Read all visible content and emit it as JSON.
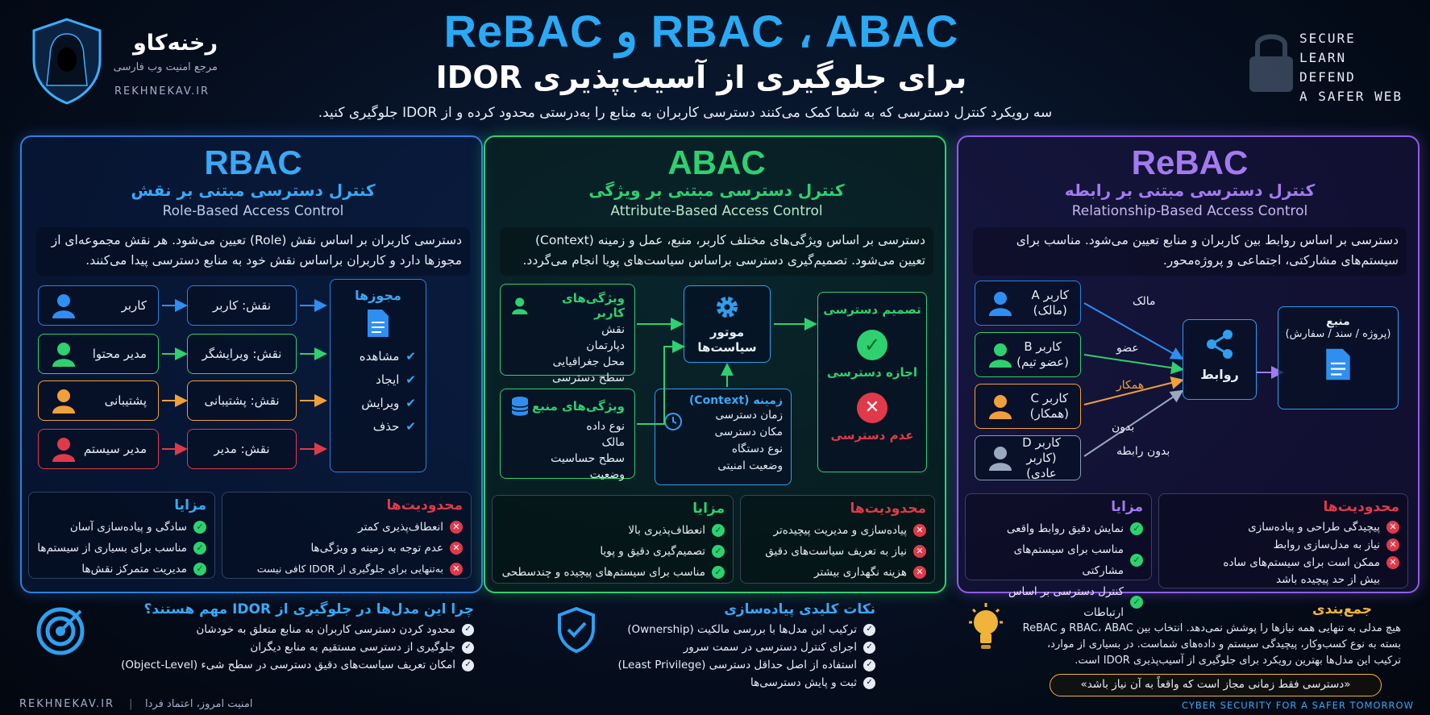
{
  "header": {
    "brand_name": "رخنه‌کاو",
    "brand_sub": "مرجع امنیت وب فارسی",
    "brand_url": "REKHNEKAV.IR",
    "title_line1": "RBAC ، ABAC و ReBAC",
    "title_line2": "برای جلوگیری از آسیب‌پذیری IDOR",
    "subtitle": "سه رویکرد کنترل دسترسی که به شما کمک می‌کنند دسترسی کاربران به منابع را به‌درستی محدود کرده و از IDOR جلوگیری کنید.",
    "slogan": [
      "SECURE",
      "LEARN",
      "DEFEND",
      "A SAFER WEB"
    ]
  },
  "colors": {
    "rbac": "#2f7fdc",
    "abac": "#2ed06f",
    "rebac": "#8c5ee6",
    "ok": "#2ed06f",
    "bad": "#e03a4a",
    "orange": "#f0a03a"
  },
  "rbac": {
    "title": "RBAC",
    "sub_fa": "کنترل دسترسی مبتنی بر نقش",
    "sub_en": "Role-Based Access Control",
    "desc": "دسترسی کاربران بر اساس نقش (Role) تعیین می‌شود. هر نقش مجموعه‌ای از مجوزها دارد و کاربران براساس نقش خود به منابع دسترسی پیدا می‌کنند.",
    "users": [
      "کاربر",
      "مدیر محتوا",
      "پشتیبانی",
      "مدیر سیستم"
    ],
    "roles": [
      "نقش: کاربر",
      "نقش: ویرایشگر",
      "نقش: پشتیبانی",
      "نقش: مدیر"
    ],
    "perm_title": "مجوزها",
    "perms": [
      "مشاهده",
      "ایجاد",
      "ویرایش",
      "حذف"
    ],
    "pros_title": "مزایا",
    "pros": [
      "سادگی و پیاده‌سازی آسان",
      "مناسب برای بسیاری از سیستم‌ها",
      "مدیریت متمرکز نقش‌ها"
    ],
    "cons_title": "محدودیت‌ها",
    "cons": [
      "انعطاف‌پذیری کمتر",
      "عدم توجه به زمینه و ویژگی‌ها",
      "به‌تنهایی برای جلوگیری از IDOR کافی نیست"
    ]
  },
  "abac": {
    "title": "ABAC",
    "sub_fa": "کنترل دسترسی مبتنی بر ویژگی",
    "sub_en": "Attribute-Based Access Control",
    "desc": "دسترسی بر اساس ویژگی‌های مختلف کاربر، منبع، عمل و زمینه (Context) تعیین می‌شود. تصمیم‌گیری دسترسی براساس سیاست‌های پویا انجام می‌گردد.",
    "user_attr_title": "ویژگی‌های کاربر",
    "user_attrs": [
      "نقش",
      "دپارتمان",
      "محل جغرافیایی",
      "سطح دسترسی"
    ],
    "res_attr_title": "ویژگی‌های منبع",
    "res_attrs": [
      "نوع داده",
      "مالک",
      "سطح حساسیت",
      "وضعیت"
    ],
    "engine": "موتور سیاست‌ها",
    "context_title": "زمینه (Context)",
    "context_items": [
      "زمان دسترسی",
      "مکان دسترسی",
      "نوع دستگاه",
      "وضعیت امنیتی"
    ],
    "decision_title": "تصمیم دسترسی",
    "allow": "اجازه دسترسی",
    "deny": "عدم دسترسی",
    "pros_title": "مزایا",
    "pros": [
      "انعطاف‌پذیری بالا",
      "تصمیم‌گیری دقیق و پویا",
      "مناسب برای سیستم‌های پیچیده و چندسطحی"
    ],
    "cons_title": "محدودیت‌ها",
    "cons": [
      "پیاده‌سازی و مدیریت پیچیده‌تر",
      "نیاز به تعریف سیاست‌های دقیق",
      "هزینه نگهداری بیشتر"
    ]
  },
  "rebac": {
    "title": "ReBAC",
    "sub_fa": "کنترل دسترسی مبتنی بر رابطه",
    "sub_en": "Relationship-Based Access Control",
    "desc": "دسترسی بر اساس روابط بین کاربران و منابع تعیین می‌شود. مناسب برای سیستم‌های مشارکتی، اجتماعی و پروژه‌محور.",
    "users": [
      {
        "name": "کاربر A",
        "role": "(مالک)"
      },
      {
        "name": "کاربر B",
        "role": "(عضو تیم)"
      },
      {
        "name": "کاربر C",
        "role": "(همکار)"
      },
      {
        "name": "کاربر D",
        "role": "(کاربر عادی)"
      }
    ],
    "edges": [
      "مالک",
      "عضو",
      "همکار",
      "بدون"
    ],
    "no_relation": "بدون رابطه",
    "hub": "روابط",
    "resource_title": "منبع",
    "resource_sub": "(پروژه / سند / سفارش)",
    "pros_title": "مزایا",
    "pros": [
      "نمایش دقیق روابط واقعی",
      "مناسب برای سیستم‌های مشارکتی",
      "کنترل دسترسی بر اساس ارتباطات"
    ],
    "cons_title": "محدودیت‌ها",
    "cons": [
      "پیچیدگی طراحی و پیاده‌سازی",
      "نیاز به مدل‌سازی روابط",
      "ممکن است برای سیستم‌های ساده",
      "بیش از حد پیچیده باشد"
    ]
  },
  "footer": {
    "why_title": "چرا این مدل‌ها در جلوگیری از IDOR مهم هستند؟",
    "why": [
      "محدود کردن دسترسی کاربران به منابع متعلق به خودشان",
      "جلوگیری از دسترسی مستقیم به منابع دیگران",
      "امکان تعریف سیاست‌های دقیق دسترسی در سطح شیء (Object-Level)"
    ],
    "tips_title": "نکات کلیدی پیاده‌سازی",
    "tips": [
      "ترکیب این مدل‌ها با بررسی مالکیت (Ownership)",
      "اجرای کنترل دسترسی در سمت سرور",
      "استفاده از اصل حداقل دسترسی (Least Privilege)",
      "ثبت و پایش دسترسی‌ها"
    ],
    "sum_title": "جمع‌بندی",
    "sum_lines": [
      "هیچ مدلی به تنهایی همه نیازها را پوشش نمی‌دهد. انتخاب بین RBAC، ABAC و ReBAC",
      "بسته به نوع کسب‌وکار، پیچیدگی سیستم و داده‌های شماست. در بسیاری از موارد،",
      "ترکیب این مدل‌ها بهترین رویکرد برای جلوگیری از آسیب‌پذیری IDOR است."
    ],
    "quote": "«دسترسی فقط زمانی مجاز است که واقعاً به آن نیاز باشد»",
    "bottom_url": "REKHNEKAV.IR",
    "bottom_slogan": "امنیت امروز، اعتماد فردا",
    "bottom_right": "CYBER SECURITY FOR A SAFER TOMORROW"
  }
}
